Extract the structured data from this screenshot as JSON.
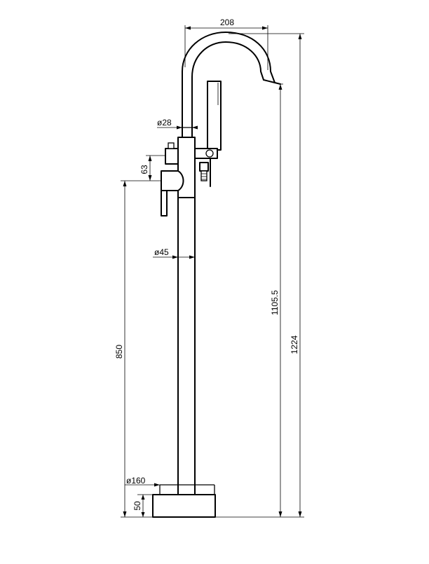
{
  "drawing": {
    "type": "technical-drawing",
    "subject": "freestanding bath/shower mixer - side elevation",
    "colors": {
      "line": "#000000",
      "background": "#ffffff"
    }
  },
  "dimensions": {
    "spout_reach": "208",
    "upper_tube_diameter": "ø28",
    "handle_offset": "63",
    "column_diameter": "ø45",
    "spout_outlet_height": "1105.5",
    "overall_height": "1224",
    "handle_height": "850",
    "base_diameter": "ø160",
    "base_height": "50"
  }
}
